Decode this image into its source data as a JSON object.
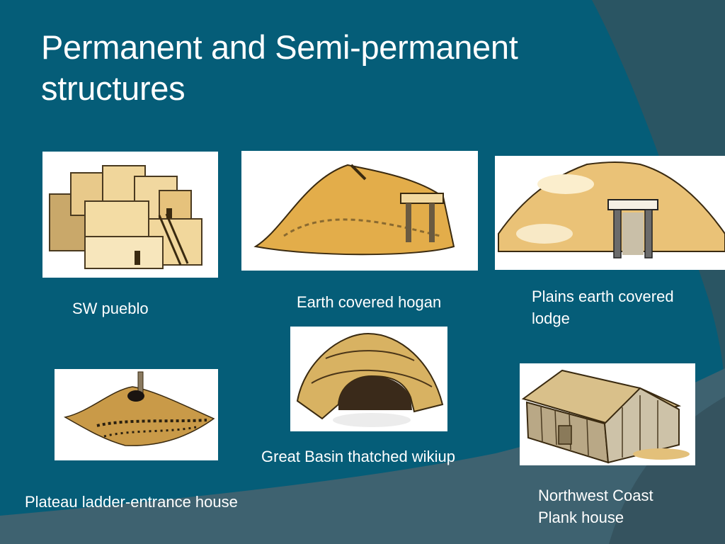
{
  "slide": {
    "title_line1": "Permanent and Semi-permanent",
    "title_line2": "structures",
    "colors": {
      "background_main": "#055d78",
      "background_dark": "#2a5563",
      "background_lower": "#3e6270",
      "text": "#ffffff"
    }
  },
  "structures": [
    {
      "caption": "SW pueblo",
      "icon": "pueblo-image"
    },
    {
      "caption": "Earth covered hogan",
      "icon": "hogan-image"
    },
    {
      "caption_line1": "Plains earth covered",
      "caption_line2": "lodge",
      "icon": "earth-lodge-image"
    },
    {
      "caption": "Plateau ladder-entrance house",
      "icon": "ladder-entrance-house-image"
    },
    {
      "caption": "Great Basin thatched wikiup",
      "icon": "wikiup-image"
    },
    {
      "caption_line1": "Northwest Coast",
      "caption_line2": "Plank house",
      "icon": "plank-house-image"
    }
  ]
}
